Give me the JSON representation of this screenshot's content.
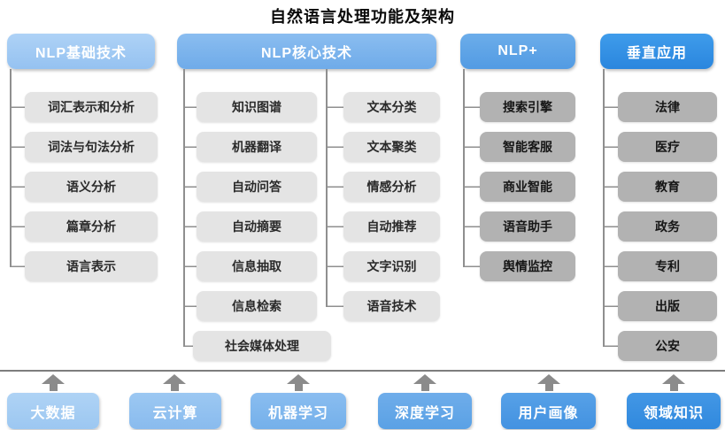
{
  "title": "自然语言处理功能及架构",
  "col1": {
    "header": "NLP基础技术",
    "items": [
      "词汇表示和分析",
      "词法与句法分析",
      "语义分析",
      "篇章分析",
      "语言表示"
    ]
  },
  "col2": {
    "header": "NLP核心技术",
    "left": [
      "知识图谱",
      "机器翻译",
      "自动问答",
      "自动摘要",
      "信息抽取",
      "信息检索",
      "社会媒体处理"
    ],
    "right": [
      "文本分类",
      "文本聚类",
      "情感分析",
      "自动推荐",
      "文字识别",
      "语音技术"
    ]
  },
  "col3": {
    "header": "NLP+",
    "items": [
      "搜索引擎",
      "智能客服",
      "商业智能",
      "语音助手",
      "舆情监控"
    ]
  },
  "col4": {
    "header": "垂直应用",
    "items": [
      "法律",
      "医疗",
      "教育",
      "政务",
      "专利",
      "出版",
      "公安"
    ]
  },
  "foundation": {
    "items": [
      "大数据",
      "云计算",
      "机器学习",
      "深度学习",
      "用户画像",
      "领域知识"
    ]
  },
  "colors": {
    "header_blues": [
      "#a0cbf4",
      "#7cb4ec",
      "#5fa4e6",
      "#2f8ce2"
    ],
    "foundation_blues": [
      "#a5cdf3",
      "#92c3f0",
      "#7eb7ed",
      "#64a9e9",
      "#4c9be5",
      "#3a92e2"
    ],
    "item_light_gray": "#e4e4e4",
    "item_dark_gray": "#b2b2b2",
    "connector_gray": "#8f8f8f",
    "arrow_gray": "#8b8b8b",
    "title_black": "#0a0a0a"
  }
}
